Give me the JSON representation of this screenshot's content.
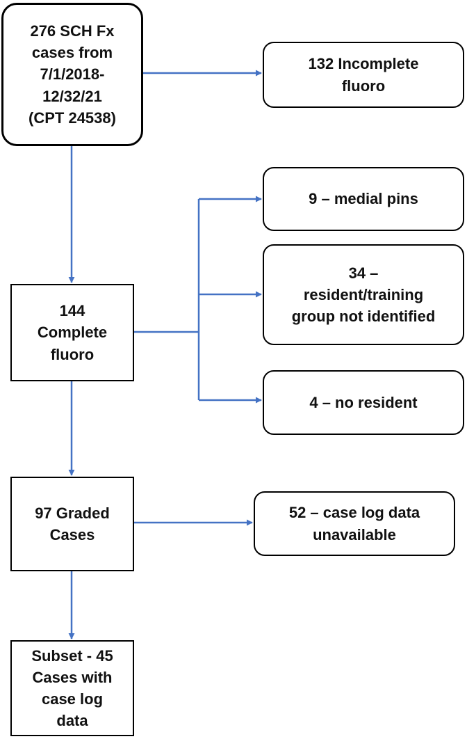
{
  "nodes": {
    "start": "276 SCH Fx\ncases from\n7/1/2018-\n12/32/21\n(CPT 24538)",
    "incomplete": "132 Incomplete\nfluoro",
    "complete": "144\nComplete\nfluoro",
    "medial_pins": "9 – medial pins",
    "not_identified": "34 –\nresident/training\ngroup not identified",
    "no_resident": "4 – no resident",
    "graded": "97 Graded\nCases",
    "no_case_log": "52 – case log data\nunavailable",
    "subset": "Subset - 45\nCases with\ncase log\ndata"
  },
  "colors": {
    "arrow": "#4472C4",
    "border": "#000000",
    "text": "#111111"
  }
}
